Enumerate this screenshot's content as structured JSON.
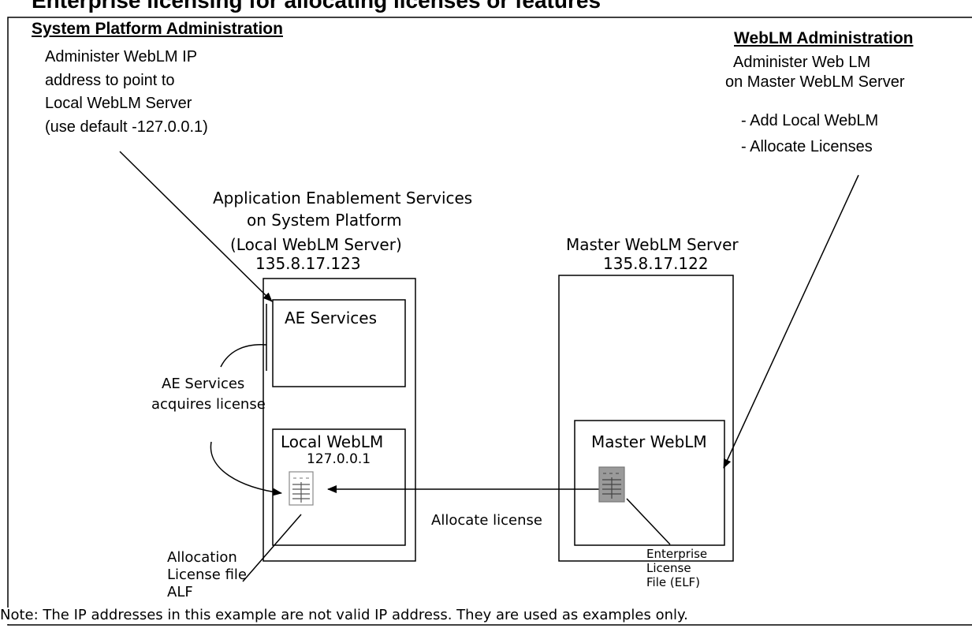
{
  "page_title": "Enterprise licensing for allocating licenses or features",
  "sections": {
    "system_platform": {
      "heading": "System Platform Administration",
      "lines": [
        "Administer WebLM IP",
        "address to point to",
        "Local WebLM Server",
        "(use default -127.0.0.1)"
      ]
    },
    "weblm_admin": {
      "heading": "WebLM Administration",
      "lines": [
        "Administer Web LM",
        "on Master WebLM Server"
      ],
      "actions": [
        "-  Add Local WebLM",
        "-  Allocate Licenses"
      ]
    }
  },
  "local_server": {
    "caption": [
      "Application Enablement Services",
      "on System Platform",
      "(Local WebLM Server)",
      "135.8.17.123"
    ],
    "ae_services_box": "AE Services",
    "local_weblm_box": "Local WebLM",
    "local_weblm_ip": "127.0.0.1"
  },
  "master_server": {
    "caption": [
      "Master WebLM Server",
      "135.8.17.122"
    ],
    "master_weblm_box": "Master WebLM"
  },
  "labels": {
    "acquires": [
      "AE Services",
      "acquires license"
    ],
    "allocate": "Allocate license",
    "alf": [
      "Allocation",
      "License file",
      "ALF"
    ],
    "elf": [
      "Enterprise",
      "License",
      "File (ELF)"
    ]
  },
  "note": "Note: The IP addresses in this example are not valid IP address. They are used as examples only.",
  "colors": {
    "line": "#000000",
    "elf_fill": "#9a9a9a",
    "alf_fill": "#ffffff"
  }
}
